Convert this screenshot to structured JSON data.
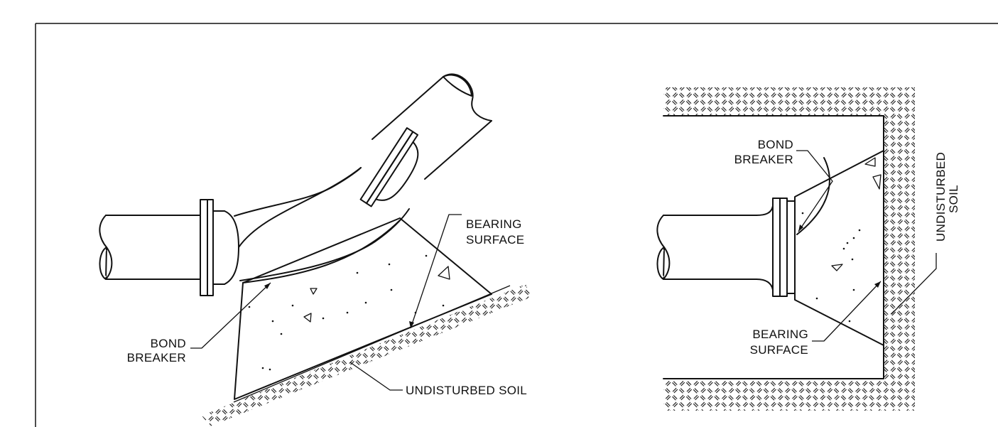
{
  "left_detail": {
    "labels": {
      "bond_breaker": [
        "BOND",
        "BREAKER"
      ],
      "bearing_surface": [
        "BEARING",
        "SURFACE"
      ],
      "undisturbed_soil": "UNDISTURBED  SOIL"
    }
  },
  "right_detail": {
    "labels": {
      "bond_breaker": [
        "BOND",
        "BREAKER"
      ],
      "bearing_surface": [
        "BEARING",
        "SURFACE"
      ],
      "undisturbed_soil": [
        "UNDISTURBED",
        "SOIL"
      ]
    }
  }
}
